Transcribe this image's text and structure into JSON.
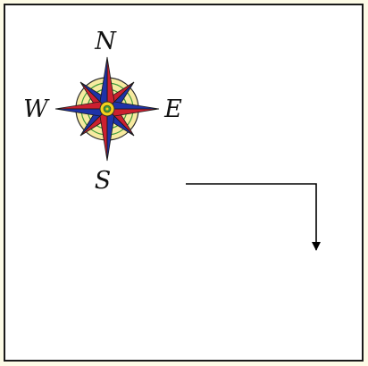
{
  "compass": {
    "north": "N",
    "south": "S",
    "east": "E",
    "west": "W"
  },
  "colors": {
    "background": "#fdfbe6",
    "frame_border": "#1a1a1a",
    "panel": "#ffffff",
    "compass_red": "#cc2030",
    "compass_blue": "#1f33a8",
    "compass_yellow": "#f4d21c",
    "compass_green": "#3f9a3a",
    "path": "#000000"
  },
  "path": {
    "segments": [
      "right",
      "down"
    ],
    "end_marker": "arrowhead"
  }
}
